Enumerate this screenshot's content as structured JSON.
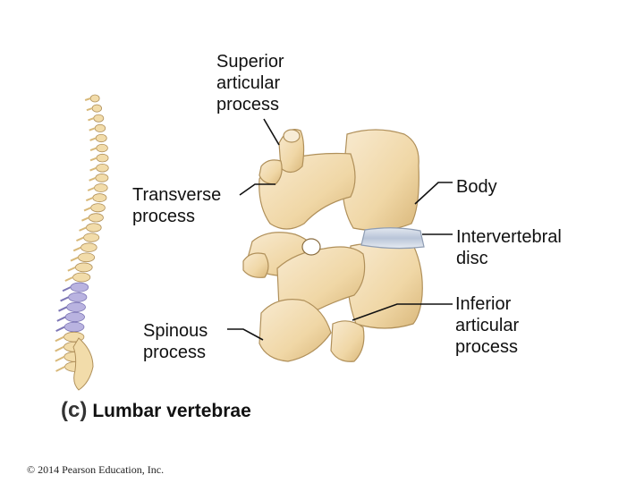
{
  "labels": {
    "superior_articular": "Superior\narticular\nprocess",
    "transverse": "Transverse\nprocess",
    "spinous": "Spinous\nprocess",
    "body": "Body",
    "intervertebral_disc": "Intervertebral\ndisc",
    "inferior_articular": "Inferior\narticular\nprocess"
  },
  "caption": {
    "letter": "(c)",
    "title": "Lumbar vertebrae"
  },
  "copyright": "© 2014 Pearson Education, Inc.",
  "colors": {
    "bone": "#f2dcaa",
    "bone_shadow": "#d8b97a",
    "bone_outline": "#b0905a",
    "lumbar_highlight": "#b9b3e0",
    "disc": "#c7d2e3"
  }
}
